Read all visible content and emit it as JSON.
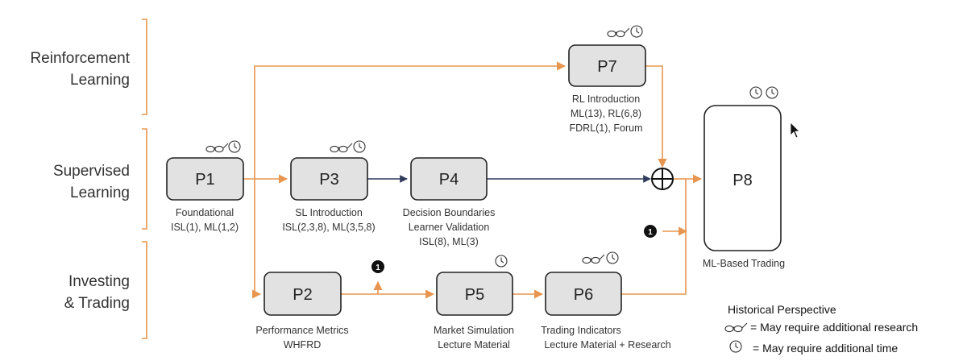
{
  "lanes": {
    "rl": {
      "line1": "Reinforcement",
      "line2": "Learning"
    },
    "sl": {
      "line1": "Supervised",
      "line2": "Learning"
    },
    "it": {
      "line1": "Investing",
      "line2": "& Trading"
    }
  },
  "nodes": {
    "p1": {
      "id": "P1",
      "cap1": "Foundational",
      "cap2": "ISL(1), ML(1,2)"
    },
    "p2": {
      "id": "P2",
      "cap1": "Performance Metrics",
      "cap2": "WHFRD"
    },
    "p3": {
      "id": "P3",
      "cap1": "SL Introduction",
      "cap2": "ISL(2,3,8), ML(3,5,8)"
    },
    "p4": {
      "id": "P4",
      "cap1": "Decision Boundaries",
      "cap2": "Learner Validation",
      "cap3": "ISL(8), ML(3)"
    },
    "p5": {
      "id": "P5",
      "cap1": "Market Simulation",
      "cap2": "Lecture Material"
    },
    "p6": {
      "id": "P6",
      "cap1": "Trading Indicators",
      "cap2": "Lecture Material + Research"
    },
    "p7": {
      "id": "P7",
      "cap1": "RL Introduction",
      "cap2": "ML(13), RL(6,8)",
      "cap3": "FDRL(1), Forum"
    },
    "p8": {
      "id": "P8",
      "cap1": "ML-Based Trading"
    }
  },
  "badges": {
    "b1": "1",
    "b2": "1"
  },
  "legend": {
    "title": "Historical Perspective",
    "research": "= May require additional research",
    "time": "= May require additional time"
  },
  "icons": {
    "glasses": "reading-glasses-icon",
    "clock": "clock-icon",
    "cursor": "mouse-cursor-icon"
  },
  "colors": {
    "orange": "#e8964f",
    "navy": "#2f3c5c",
    "box_fill": "#e2e2e2"
  }
}
